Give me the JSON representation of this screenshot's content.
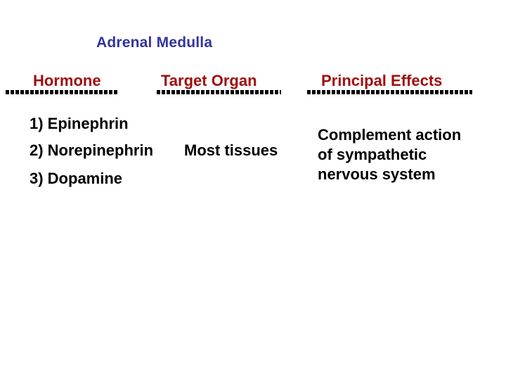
{
  "slide": {
    "title": "Adrenal Medulla"
  },
  "columns": [
    {
      "label": "Hormone"
    },
    {
      "label": "Target Organ"
    },
    {
      "label": "Principal Effects"
    }
  ],
  "hormones": [
    "1) Epinephrin",
    "2) Norepinephrin",
    "3) Dopamine"
  ],
  "target_organ": {
    "value": "Most tissues"
  },
  "principal_effects": {
    "text": "Complement action of sympathetic nervous system",
    "lines": [
      "Complement action",
      "of sympathetic",
      "nervous system"
    ]
  },
  "colors": {
    "title": "#34349B",
    "column_header": "#A00E0E",
    "body_text": "#000000",
    "underline": "#000000",
    "background": "#FFFFFF"
  }
}
